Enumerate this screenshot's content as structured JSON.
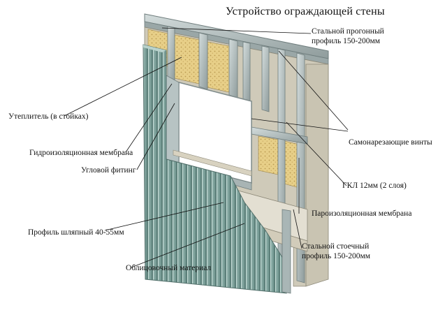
{
  "title": "Устройство ограждающей стены",
  "labels": {
    "steel_purlin": [
      "Стальной прогонный",
      "профиль 150-200мм"
    ],
    "insulation": "Утеплитель (в стойках)",
    "self_tapping_screws": "Самонарезающие винты",
    "waterproofing": "Гидроизоляционная мембрана",
    "corner_fitting": "Угловой фитинг",
    "gkl": "ГКЛ 12мм (2 слоя)",
    "vapor_barrier": "Пароизоляционная мембрана",
    "hat_profile": "Профиль шляпный 40-55мм",
    "steel_stud": [
      "Стальной стоечный",
      "профиль 150-200мм"
    ],
    "cladding": "Облицовочный материал"
  },
  "colors": {
    "steel_frame": "#b8c4c4",
    "insulation": "#e8d08a",
    "cladding": "#7fa6a0",
    "membrane": "#d9d3c4",
    "gypsum": "#e6e2d6"
  }
}
